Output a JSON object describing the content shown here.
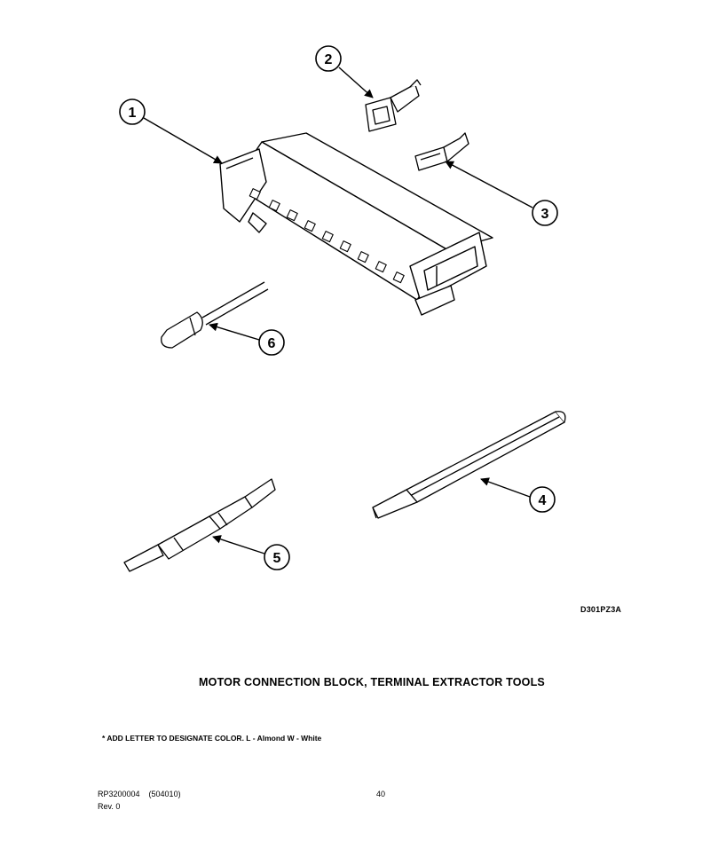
{
  "callouts": {
    "c1": "1",
    "c2": "2",
    "c3": "3",
    "c4": "4",
    "c5": "5",
    "c6": "6"
  },
  "drawing_id": "D301PZ3A",
  "title": "MOTOR CONNECTION BLOCK, TERMINAL EXTRACTOR TOOLS",
  "footnote": "* ADD LETTER TO DESIGNATE COLOR.  L - Almond  W - White",
  "footer": {
    "doc_number": "RP3200004    (504010)",
    "revision": "Rev. 0",
    "page_number": "40"
  }
}
